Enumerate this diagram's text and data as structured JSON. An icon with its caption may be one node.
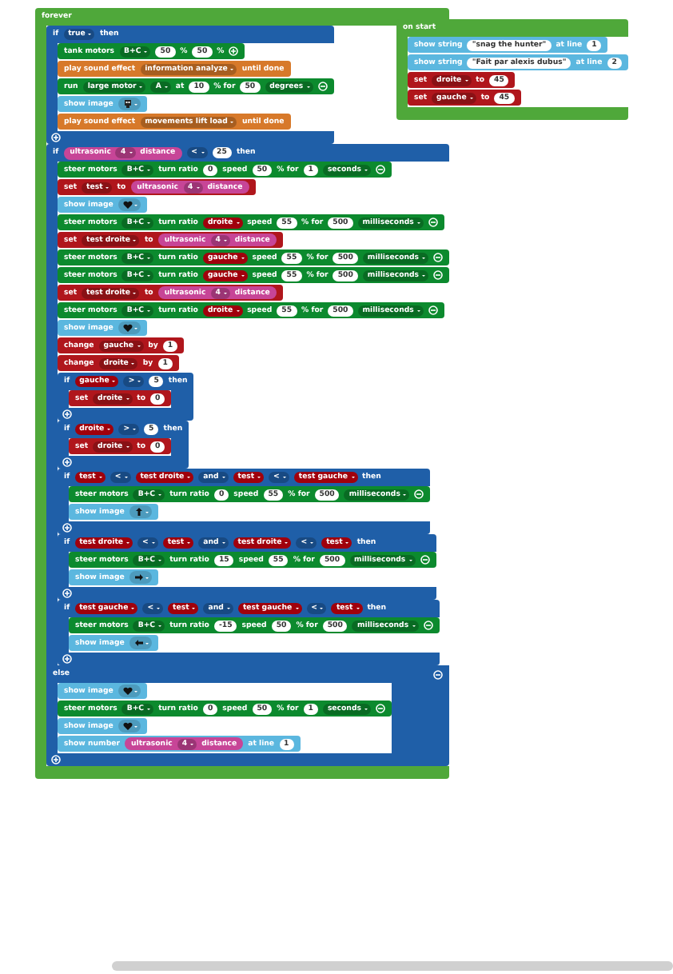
{
  "diagram": {
    "nodes": [
      {
        "text": [
          "forever"
        ]
      },
      {
        "text": [
          "if",
          "true",
          "then"
        ],
        "in": 0
      },
      {
        "text": [
          "tank motors",
          "B+C",
          "50",
          "%",
          "50",
          "%"
        ],
        "in": 1
      },
      {
        "text": [
          "play sound effect",
          "information analyze",
          "until done"
        ],
        "in": 1
      },
      {
        "text": [
          "run",
          "large motor",
          "A",
          "at",
          "10",
          "% for",
          "50",
          "degrees"
        ],
        "in": 1
      },
      {
        "text": [
          "show image"
        ],
        "in": 1
      },
      {
        "text": [
          "play sound effect",
          "movements lift load",
          "until done"
        ],
        "in": 1
      },
      {
        "text": [
          "if",
          "ultrasonic",
          "4",
          "distance",
          "<",
          "25",
          "then",
          "else"
        ],
        "in": 0
      },
      {
        "text": [
          "steer motors",
          "B+C",
          "turn ratio",
          "0",
          "speed",
          "50",
          "% for",
          "1",
          "seconds"
        ],
        "in": 7
      },
      {
        "text": [
          "set",
          "test",
          "to",
          "ultrasonic",
          "4",
          "distance"
        ],
        "in": 7
      },
      {
        "text": [
          "show image"
        ],
        "in": 7
      },
      {
        "text": [
          "steer motors",
          "B+C",
          "turn ratio",
          "droite",
          "speed",
          "55",
          "% for",
          "500",
          "milliseconds"
        ],
        "in": 7
      },
      {
        "text": [
          "set",
          "test droite",
          "to",
          "ultrasonic",
          "4",
          "distance"
        ],
        "in": 7
      },
      {
        "text": [
          "steer motors",
          "B+C",
          "turn ratio",
          "gauche",
          "speed",
          "55",
          "% for",
          "500",
          "milliseconds"
        ],
        "in": 7
      },
      {
        "text": [
          "steer motors",
          "B+C",
          "turn ratio",
          "gauche",
          "speed",
          "55",
          "% for",
          "500",
          "milliseconds"
        ],
        "in": 7
      },
      {
        "text": [
          "set",
          "test droite",
          "to",
          "ultrasonic",
          "4",
          "distance"
        ],
        "in": 7
      },
      {
        "text": [
          "steer motors",
          "B+C",
          "turn ratio",
          "droite",
          "speed",
          "55",
          "% for",
          "500",
          "milliseconds"
        ],
        "in": 7
      },
      {
        "text": [
          "show image"
        ],
        "in": 7
      },
      {
        "text": [
          "change",
          "gauche",
          "by",
          "1"
        ],
        "in": 7
      },
      {
        "text": [
          "change",
          "droite",
          "by",
          "1"
        ],
        "in": 7
      },
      {
        "text": [
          "if",
          "gauche",
          ">",
          "5",
          "then"
        ],
        "in": 7
      },
      {
        "text": [
          "set",
          "droite",
          "to",
          "0"
        ],
        "in": 20
      },
      {
        "text": [
          "if",
          "droite",
          ">",
          "5",
          "then"
        ],
        "in": 7
      },
      {
        "text": [
          "set",
          "droite",
          "to",
          "0"
        ],
        "in": 22
      },
      {
        "text": [
          "if",
          "test",
          "<",
          "test droite",
          "and",
          "test",
          "<",
          "test gauche",
          "then"
        ],
        "in": 7
      },
      {
        "text": [
          "steer motors",
          "B+C",
          "turn ratio",
          "0",
          "speed",
          "55",
          "% for",
          "500",
          "milliseconds"
        ],
        "in": 24
      },
      {
        "text": [
          "show image"
        ],
        "in": 24
      },
      {
        "text": [
          "if",
          "test droite",
          "<",
          "test",
          "and",
          "test droite",
          "<",
          "test",
          "then"
        ],
        "in": 7
      },
      {
        "text": [
          "steer motors",
          "B+C",
          "turn ratio",
          "15",
          "speed",
          "55",
          "% for",
          "500",
          "milliseconds"
        ],
        "in": 27
      },
      {
        "text": [
          "show image"
        ],
        "in": 27
      },
      {
        "text": [
          "if",
          "test gauche",
          "<",
          "test",
          "and",
          "test gauche",
          "<",
          "test",
          "then"
        ],
        "in": 7
      },
      {
        "text": [
          "steer motors",
          "B+C",
          "turn ratio",
          "-15",
          "speed",
          "50",
          "% for",
          "500",
          "milliseconds"
        ],
        "in": 30
      },
      {
        "text": [
          "show image"
        ],
        "in": 30
      },
      {
        "text": [
          "show image"
        ],
        "in": 7
      },
      {
        "text": [
          "steer motors",
          "B+C",
          "turn ratio",
          "0",
          "speed",
          "50",
          "% for",
          "1",
          "seconds"
        ],
        "in": 7
      },
      {
        "text": [
          "show image"
        ],
        "in": 7
      },
      {
        "text": [
          "show number",
          "ultrasonic",
          "4",
          "distance",
          "at line",
          "1"
        ],
        "in": 7
      },
      {
        "text": [
          "on start"
        ]
      },
      {
        "text": [
          "show string",
          "\"snag the hunter\"",
          "at line",
          "1"
        ],
        "in": 37
      },
      {
        "text": [
          "show string",
          "\"Fait par alexis dubus\"",
          "at line",
          "2"
        ],
        "in": 37
      },
      {
        "text": [
          "set",
          "droite",
          "to",
          "45"
        ],
        "in": 37
      },
      {
        "text": [
          "set",
          "gauche",
          "to",
          "45"
        ],
        "in": 37
      }
    ]
  }
}
